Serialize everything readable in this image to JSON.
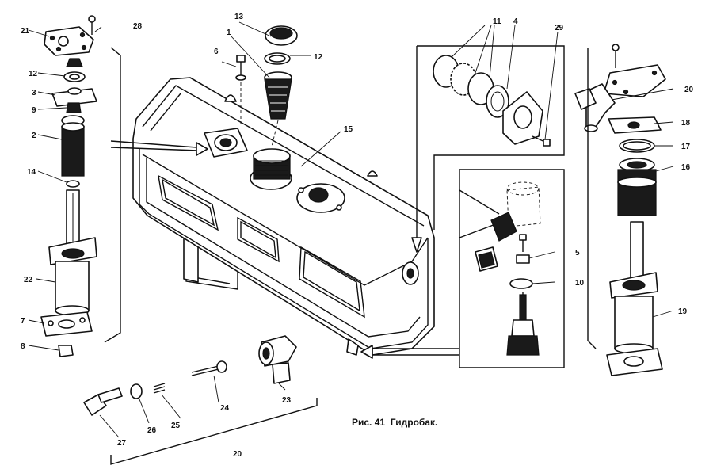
{
  "caption": "Рис. 41  Гидробак.",
  "labels": {
    "l1": "1",
    "l2": "2",
    "l3": "3",
    "l4": "4",
    "l5": "5",
    "l6": "6",
    "l7": "7",
    "l8": "8",
    "l9": "9",
    "l10": "10",
    "l11": "11",
    "l12a": "12",
    "l12b": "12",
    "l13": "13",
    "l14": "14",
    "l15": "15",
    "l16": "16",
    "l17": "17",
    "l18": "18",
    "l19": "19",
    "l20a": "20",
    "l20b": "20",
    "l21": "21",
    "l22": "22",
    "l23": "23",
    "l24": "24",
    "l25": "25",
    "l26": "26",
    "l27": "27",
    "l28": "28",
    "l29": "29"
  }
}
